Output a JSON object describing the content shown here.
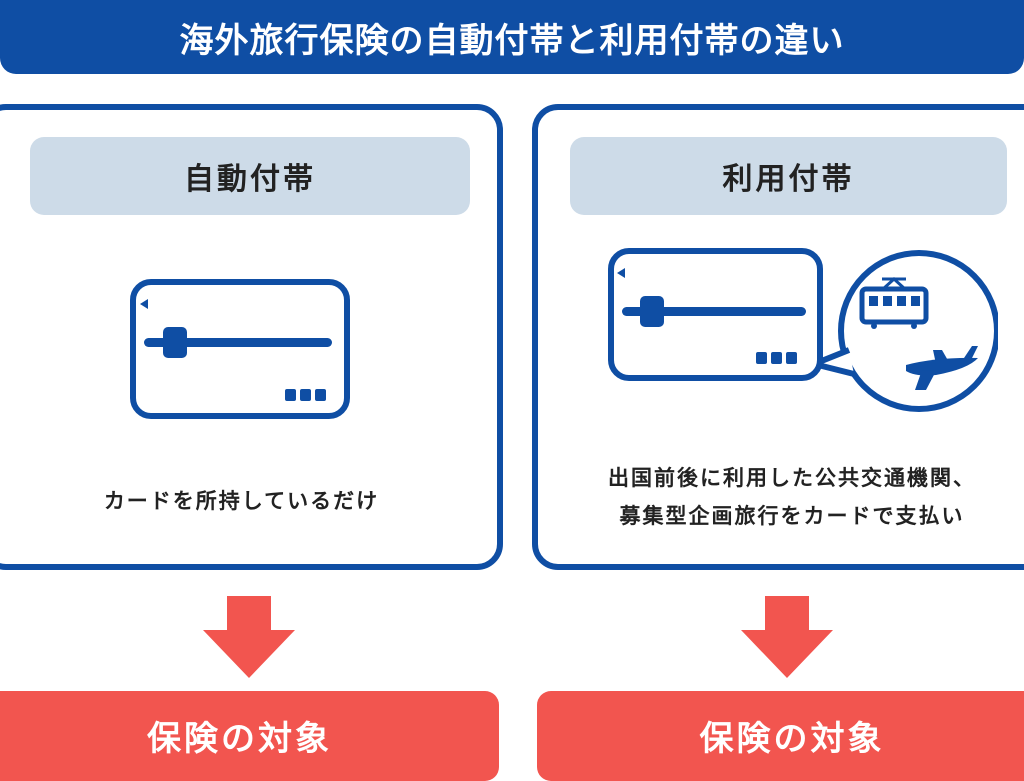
{
  "title": "海外旅行保険の自動付帯と利用付帯の違い",
  "colors": {
    "primary_blue": "#0f4ea4",
    "header_gray_blue": "#cddbe8",
    "accent_red": "#f2554f"
  },
  "panels": [
    {
      "header": "自動付帯",
      "caption_lines": [
        "カードを所持しているだけ"
      ],
      "icons": [
        "credit-card-icon"
      ],
      "result": "保険の対象"
    },
    {
      "header": "利用付帯",
      "caption_lines": [
        "出国前後に利用した公共交通機関、",
        "募集型企画旅行をカードで支払い"
      ],
      "icons": [
        "credit-card-icon",
        "train-icon",
        "airplane-icon"
      ],
      "result": "保険の対象"
    }
  ]
}
